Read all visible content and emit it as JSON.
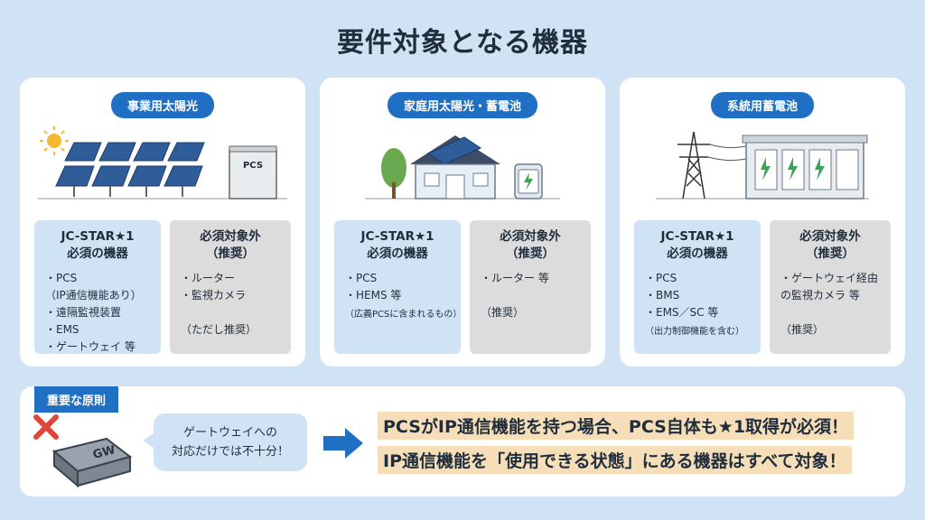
{
  "title": "要件対象となる機器",
  "cards": [
    {
      "label": "事業用太陽光",
      "required": {
        "heading_1": "JC-STAR★1",
        "heading_2": "必須の機器",
        "items": [
          "・PCS",
          "（IP通信機能あり）",
          "・遠隔監視装置",
          "・EMS",
          "・ゲートウェイ 等"
        ],
        "note": ""
      },
      "optional": {
        "heading_1": "必須対象外",
        "heading_2": "（推奨）",
        "items": [
          "・ルーター",
          "・監視カメラ",
          "",
          "（ただし推奨）"
        ]
      },
      "illustration_text": "PCS"
    },
    {
      "label": "家庭用太陽光・蓄電池",
      "required": {
        "heading_1": "JC-STAR★1",
        "heading_2": "必須の機器",
        "items": [
          "・PCS",
          "・HEMS 等"
        ],
        "note": "（広義PCSに含まれるもの）"
      },
      "optional": {
        "heading_1": "必須対象外",
        "heading_2": "（推奨）",
        "items": [
          "・ルーター 等",
          "",
          "（推奨）"
        ]
      }
    },
    {
      "label": "系統用蓄電池",
      "required": {
        "heading_1": "JC-STAR★1",
        "heading_2": "必須の機器",
        "items": [
          "・PCS",
          "・BMS",
          "・EMS／SC 等"
        ],
        "note": "（出力制御機能を含む）"
      },
      "optional": {
        "heading_1": "必須対象外",
        "heading_2": "（推奨）",
        "items": [
          "・ゲートウェイ経由",
          "の監視カメラ 等",
          "",
          "（推奨）"
        ]
      }
    }
  ],
  "principle": {
    "tag": "重要な原則",
    "device_label": "GW",
    "bubble_line_1": "ゲートウェイへの",
    "bubble_line_2": "対応だけでは不十分！",
    "statement_1": "PCSがIP通信機能を持つ場合、PCS自体も★1取得が必須！",
    "statement_2": "IP通信機能を「使用できる状態」にある機器はすべて対象！"
  },
  "colors": {
    "accent": "#1f6fc4",
    "background": "#cfe3f5",
    "optional_box": "#dcdcdc",
    "highlight": "#f6dfb8",
    "cross": "#e0453a"
  }
}
